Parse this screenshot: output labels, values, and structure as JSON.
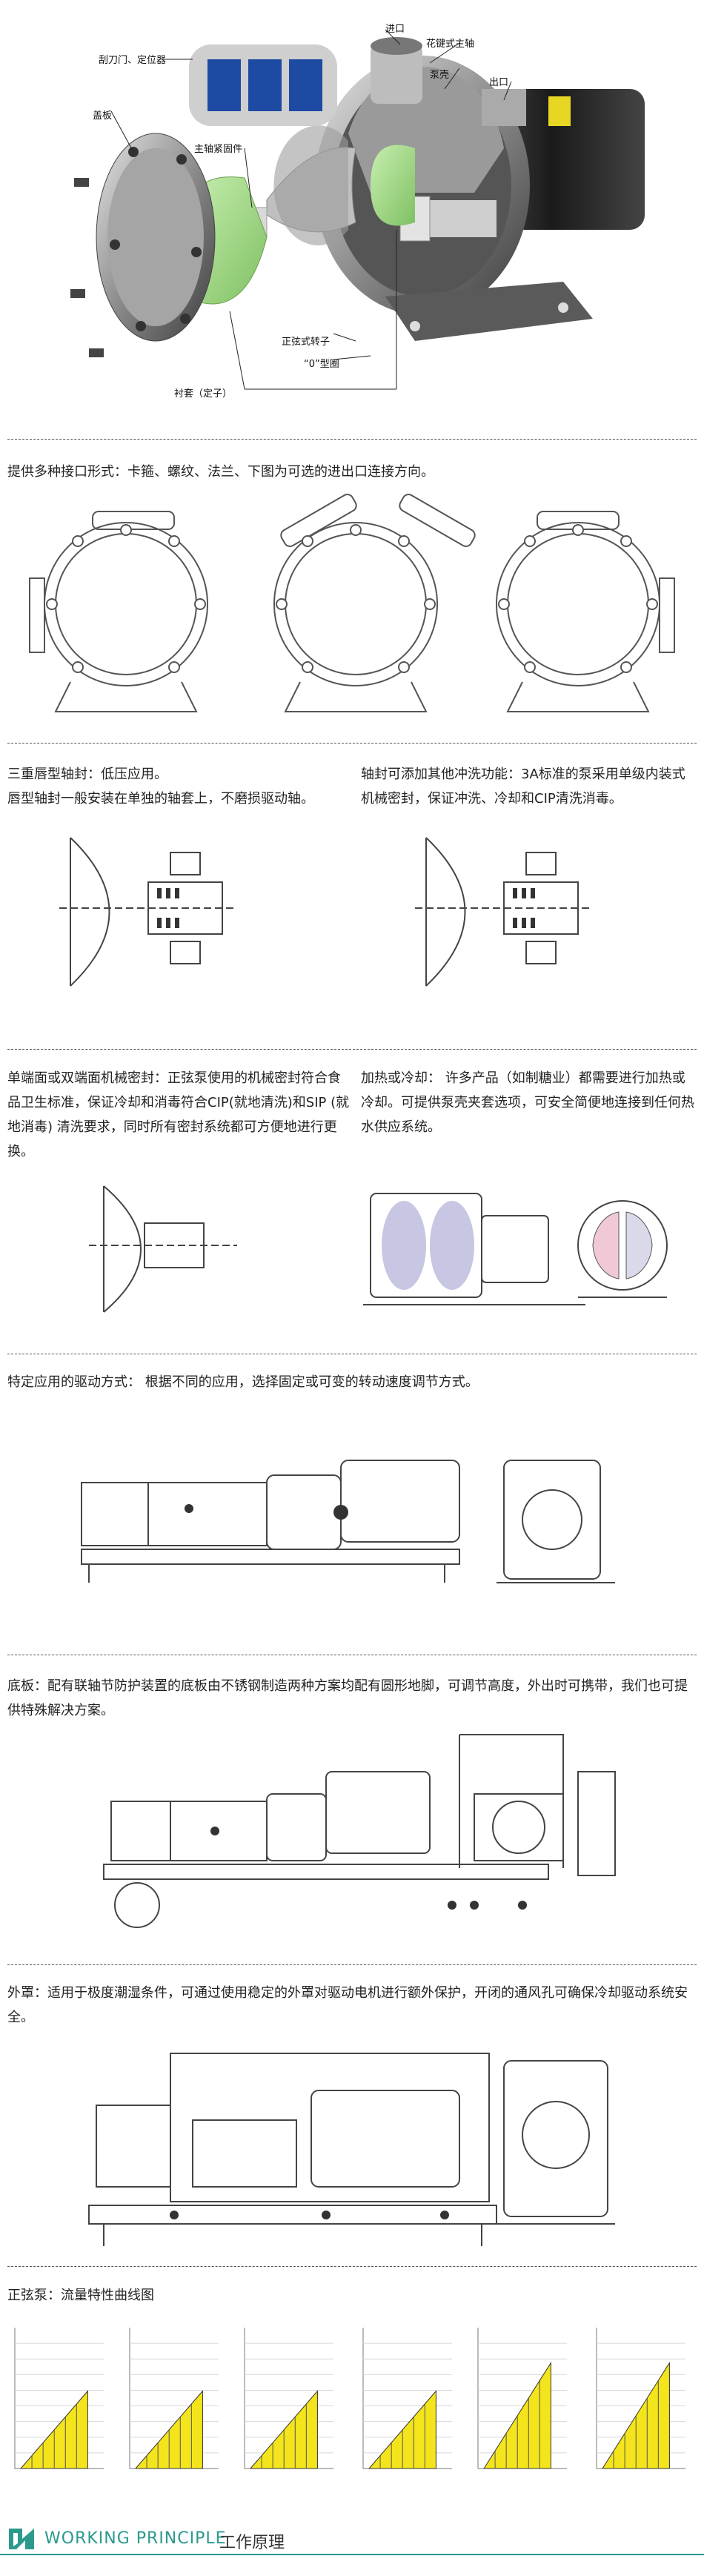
{
  "hero": {
    "labels": {
      "door": "刮刀门、定位器",
      "inlet": "进口",
      "spline": "花键式主轴",
      "pump_body": "泵壳",
      "outlet": "出口",
      "cover": "盖板",
      "fastener": "主轴紧固件",
      "rotor": "正弦式转子",
      "oring": "“0”型圈",
      "liner": "衬套（定子）"
    }
  },
  "sections": {
    "ports": "提供多种接口形式：卡箍、螺纹、法兰、下图为可选的进出口连接方向。",
    "lip_seal": "三重唇型轴封：低压应用。\n唇型轴封一般安装在单独的轴套上，不磨损驱动轴。",
    "flush_seal": "轴封可添加其他冲洗功能：3A标准的泵采用单级内装式机械密封，保证冲洗、冷却和CIP清洗消毒。",
    "mech_seal": "单端面或双端面机械密封：正弦泵使用的机械密封符合食品卫生标准，保证冷却和消毒符合CIP(就地清洗)和SIP (就地消毒) 清洗要求，同时所有密封系统都可方便地进行更换。",
    "heating": "加热或冷却： 许多产品（如制糖业）都需要进行加热或冷却。可提供泵壳夹套选项，可安全简便地连接到任何热水供应系统。",
    "drive": "特定应用的驱动方式： 根据不同的应用，选择固定或可变的转动速度调节方式。",
    "base": "底板：配有联轴节防护装置的底板由不锈钢制造两种方案均配有圆形地脚，可调节高度，外出时可携带，我们也可提供特殊解决方案。",
    "cover": "外罩：适用于极度潮湿条件，可通过使用稳定的外罩对驱动电机进行额外保护，开闭的通风孔可确保冷却驱动系统安全。",
    "curves": "正弦泵：流量特性曲线图"
  },
  "footer": {
    "title": "WORKING PRINCIPLE",
    "title_cn": "工作原理"
  },
  "colors": {
    "accent": "#2b9a8d",
    "chart_fill": "#f4e41c",
    "green_part": "#a8d88c",
    "jacket": "#b9b8dc"
  },
  "icons": {
    "footer": "working-principle-logo-icon"
  },
  "chart_data": [
    {
      "type": "area",
      "title": "",
      "xlabel": "",
      "ylabel": "",
      "x": [
        0,
        1
      ],
      "y": [
        0,
        0.55
      ]
    },
    {
      "type": "area",
      "title": "",
      "xlabel": "",
      "ylabel": "",
      "x": [
        0,
        1
      ],
      "y": [
        0,
        0.55
      ]
    },
    {
      "type": "area",
      "title": "",
      "xlabel": "",
      "ylabel": "",
      "x": [
        0,
        1
      ],
      "y": [
        0,
        0.55
      ]
    },
    {
      "type": "area",
      "title": "",
      "xlabel": "",
      "ylabel": "",
      "x": [
        0,
        1
      ],
      "y": [
        0,
        0.55
      ]
    },
    {
      "type": "area",
      "title": "",
      "xlabel": "",
      "ylabel": "",
      "x": [
        0,
        1
      ],
      "y": [
        0,
        0.75
      ]
    },
    {
      "type": "area",
      "title": "",
      "xlabel": "",
      "ylabel": "",
      "x": [
        0,
        1
      ],
      "y": [
        0,
        0.75
      ]
    }
  ]
}
